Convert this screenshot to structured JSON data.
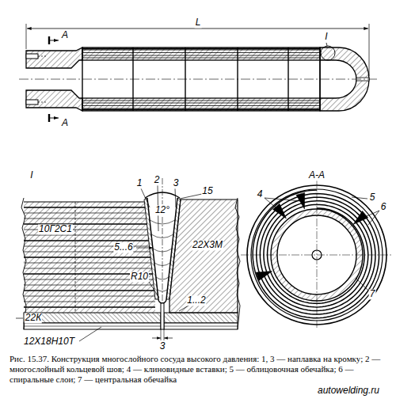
{
  "diagram": {
    "caption": "Рис. 15.37. Конструкция многослойного сосуда высокого давления: 1, 3 — наплавка на кромку; 2 — многослойный кольцевой шов; 4 — клиновидные вставки; 5 — облицовочная обечайка; 6 — спиральные слои; 7 — центральная обечайка",
    "labels": [
      "L",
      "А",
      "А",
      "I",
      "I",
      "А-А",
      "1",
      "2",
      "3",
      "12°",
      "15",
      "5...6",
      "R10",
      "10Г2С1",
      "22Х3М",
      "1...2",
      "22К",
      "12Х18Н10Т",
      "3",
      "4",
      "5",
      "6",
      "7",
      "autowelding.ru"
    ]
  }
}
